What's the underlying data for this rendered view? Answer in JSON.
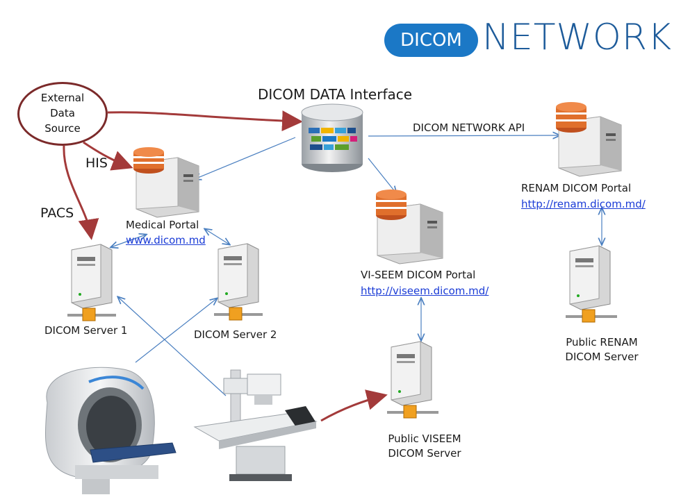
{
  "logo": {
    "pill_text": "DICOM",
    "word": "NETWORK"
  },
  "external_source": {
    "line1": "External",
    "line2": "Data",
    "line3": "Source"
  },
  "labels": {
    "his": "HIS",
    "pacs": "PACS",
    "data_interface": "DICOM DATA Interface",
    "network_api": "DICOM NETWORK API",
    "medical_portal": "Medical Portal",
    "medical_portal_url": "www.dicom.md",
    "renam_portal": "RENAM DICOM Portal",
    "renam_portal_url": "http://renam.dicom.md/",
    "viseem_portal": "VI-SEEM DICOM Portal",
    "viseem_portal_url": "http://viseem.dicom.md/",
    "server1": "DICOM Server 1",
    "server2": "DICOM Server 2",
    "public_renam_line1": "Public RENAM",
    "public_renam_line2": "DICOM Server",
    "public_viseem_line1": "Public VISEEM",
    "public_viseem_line2": "DICOM Server"
  },
  "colors": {
    "logo_blue": "#1b78c6",
    "word_blue": "#1d5b9a",
    "red_arrow": "#a33a3a",
    "blue_arrow": "#4a7fc0",
    "link": "#1a3bd6"
  }
}
